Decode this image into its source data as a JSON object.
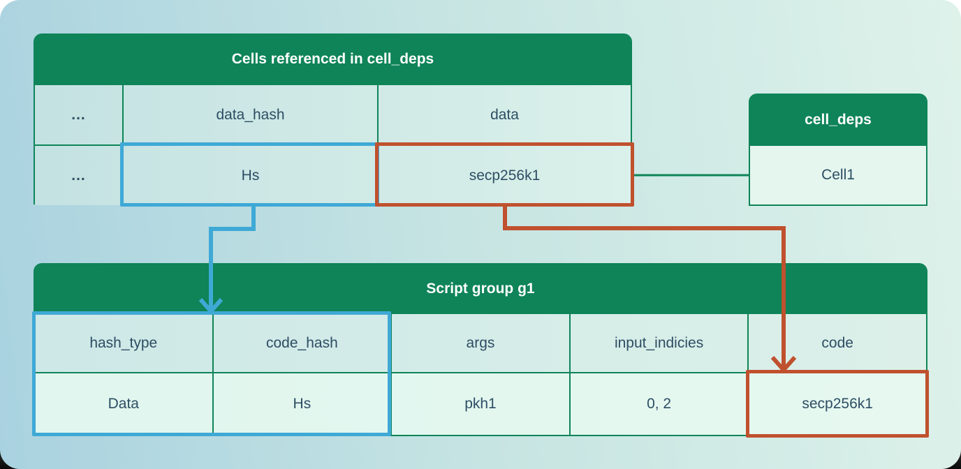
{
  "colors": {
    "table_header_green": "#0e8458",
    "table_border_green": "#0e8458",
    "highlight_blue": "#3fa9d6",
    "highlight_red": "#c0512e",
    "connector_green": "#0e8458",
    "cell_text": "#2d4d63"
  },
  "tables": {
    "cells_referenced": {
      "title": "Cells referenced in cell_deps",
      "columns": [
        "...",
        "data_hash",
        "data"
      ],
      "rows": [
        [
          "...",
          "Hs",
          "secp256k1"
        ]
      ]
    },
    "cell_deps": {
      "title": "cell_deps",
      "rows": [
        [
          "Cell1"
        ]
      ]
    },
    "script_group": {
      "title": "Script group g1",
      "columns": [
        "hash_type",
        "code_hash",
        "args",
        "input_indicies",
        "code"
      ],
      "rows": [
        [
          "Data",
          "Hs",
          "pkh1",
          "0, 2",
          "secp256k1"
        ]
      ]
    }
  },
  "connections": [
    {
      "from": "cells_referenced.Hs",
      "to": "script_group hash_type/code_hash columns",
      "color": "#3fa9d6",
      "style": "arrow"
    },
    {
      "from": "cells_referenced.secp256k1",
      "to": "script_group code cell",
      "color": "#c0512e",
      "style": "arrow"
    },
    {
      "from": "cells_referenced.secp256k1",
      "to": "cell_deps.Cell1",
      "color": "#0e8458",
      "style": "line"
    }
  ]
}
